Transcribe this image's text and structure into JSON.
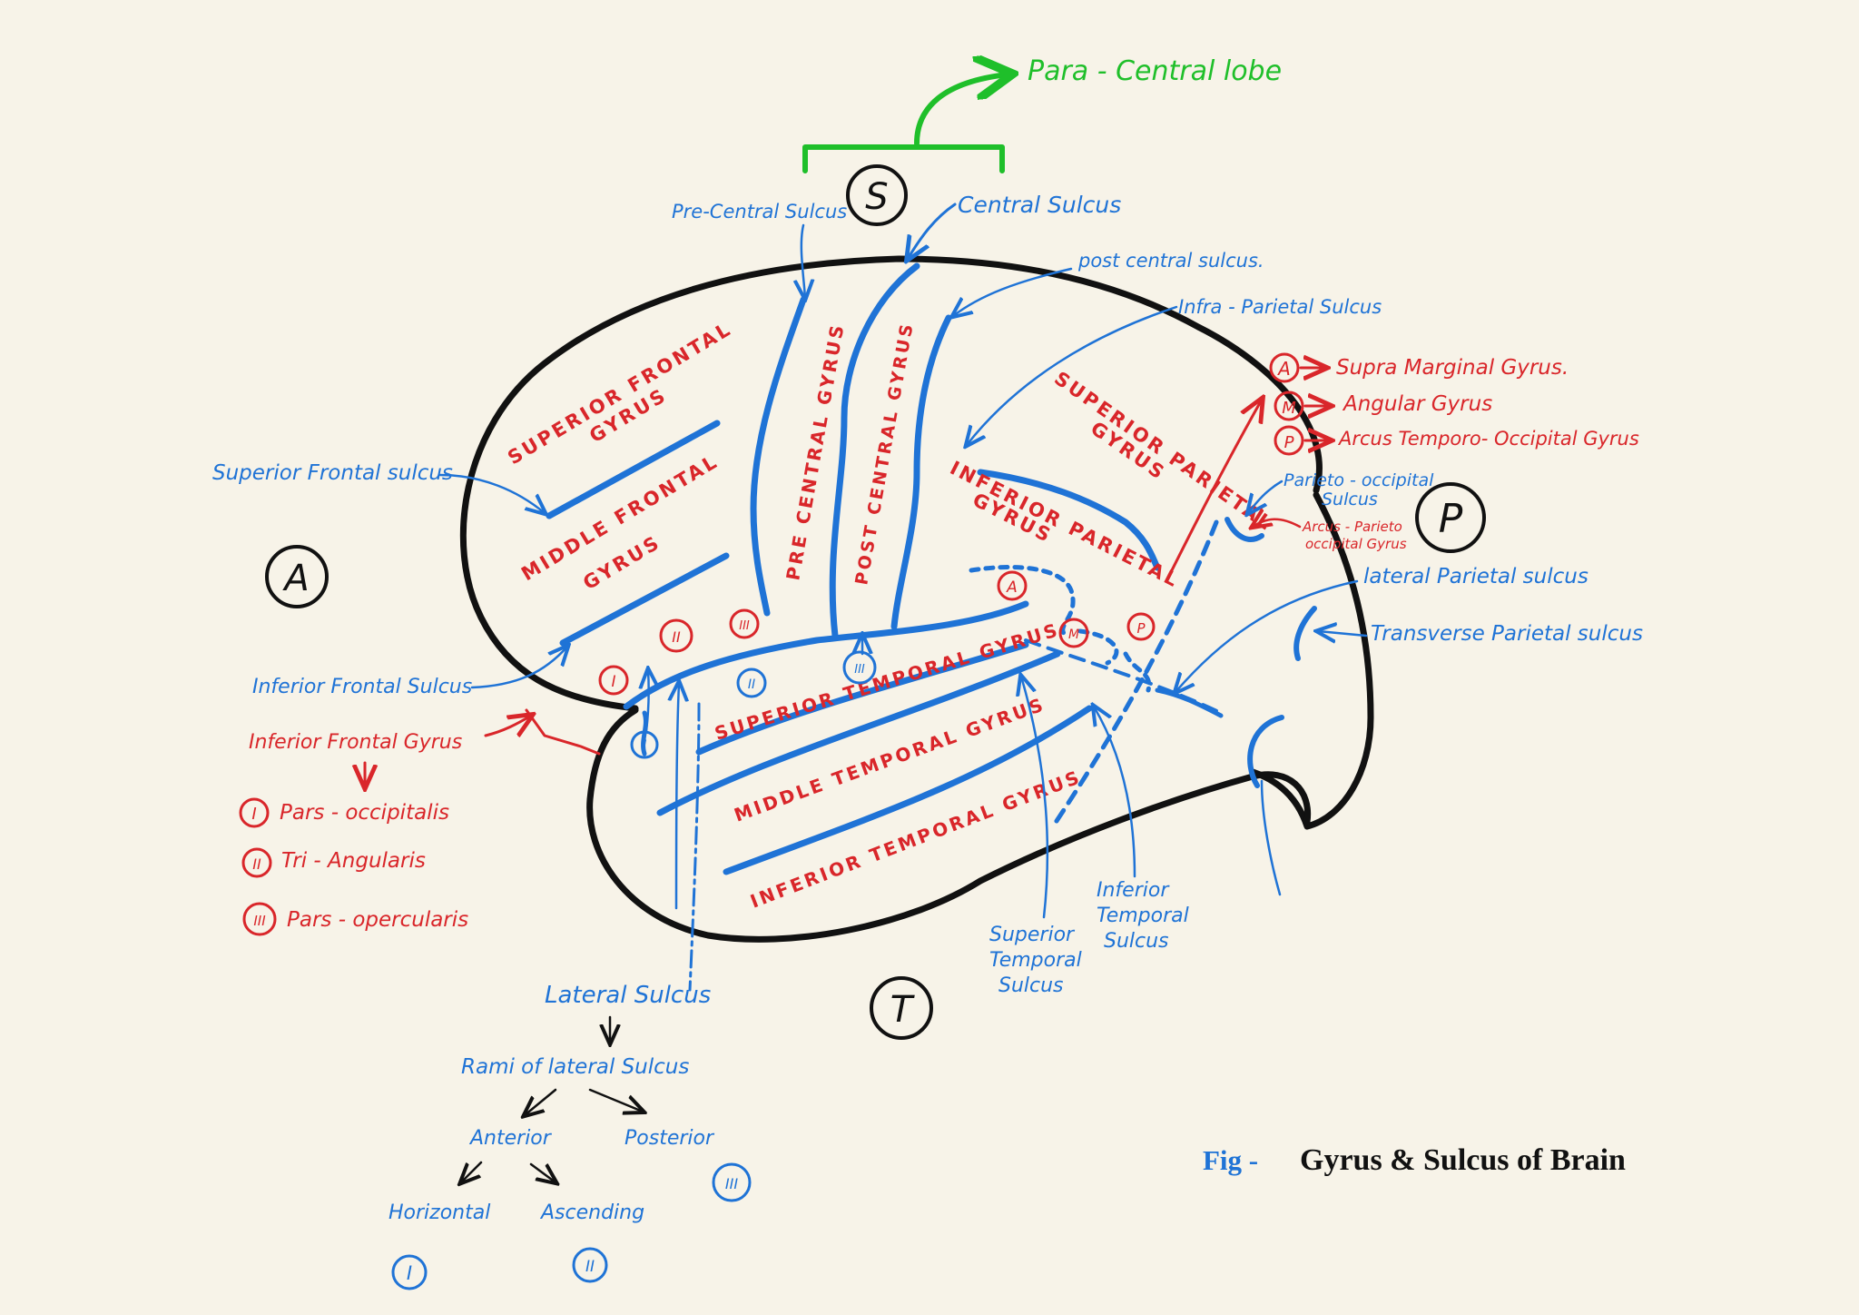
{
  "top": {
    "paracentral": "Para - Central lobe",
    "region_s": "S"
  },
  "sulci_top": {
    "precentral_sulcus": "Pre-Central Sulcus",
    "central_sulcus": "Central Sulcus",
    "postcentral_sulcus": "post central sulcus.",
    "intraparietal_sulcus": "Infra - Parietal Sulcus"
  },
  "parietal_legend": {
    "a_badge": "A",
    "a_text": "Supra Marginal Gyrus.",
    "m_badge": "M",
    "m_text": "Angular Gyrus",
    "p_badge": "P",
    "p_text": "Arcus Temporo- Occipital Gyrus"
  },
  "right_labels": {
    "parieto_occipital_sulcus": "Parieto - occipital",
    "parieto_occipital_sulcus_2": "Sulcus",
    "arcus_parieto_occipital_1": "Arcus - Parieto",
    "arcus_parieto_occipital_2": "occipital Gyrus",
    "region_p": "P",
    "lateral_parietal_sulcus": "lateral Parietal sulcus",
    "transverse_parietal_sulcus": "Transverse Parietal sulcus"
  },
  "gyri": {
    "superior_frontal_1": "SUPERIOR FRONTAL",
    "superior_frontal_2": "GYRUS",
    "middle_frontal_1": "MIDDLE FRONTAL",
    "middle_frontal_2": "GYRUS",
    "precentral": "PRE CENTRAL GYRUS",
    "postcentral": "POST CENTRAL GYRUS",
    "superior_parietal_1": "SUPERIOR PARIETAL",
    "superior_parietal_2": "GYRUS",
    "inferior_parietal_1": "INFERIOR PARIETAL",
    "inferior_parietal_2": "GYRUS",
    "superior_temporal": "SUPERIOR TEMPORAL GYRUS",
    "middle_temporal": "MIDDLE TEMPORAL GYRUS",
    "inferior_temporal": "INFERIOR TEMPORAL GYRUS"
  },
  "left_labels": {
    "region_a": "A",
    "superior_frontal_sulcus": "Superior Frontal sulcus",
    "inferior_frontal_sulcus": "Inferior Frontal Sulcus",
    "inferior_frontal_gyrus": "Inferior Frontal Gyrus",
    "pars_1_badge": "I",
    "pars_1": "Pars - occipitalis",
    "pars_2_badge": "II",
    "pars_2": "Tri - Angularis",
    "pars_3_badge": "III",
    "pars_3": "Pars - opercularis"
  },
  "brain_badges": {
    "red_i": "I",
    "red_ii": "II",
    "red_iii": "III",
    "blue_i": "I",
    "blue_ii": "II",
    "blue_iii": "III",
    "red_a": "A",
    "red_m": "M",
    "red_p": "P"
  },
  "bottom_labels": {
    "superior_temporal_sulcus_1": "Superior",
    "superior_temporal_sulcus_2": "Temporal",
    "superior_temporal_sulcus_3": "Sulcus",
    "inferior_temporal_sulcus_1": "Inferior",
    "inferior_temporal_sulcus_2": "Temporal",
    "inferior_temporal_sulcus_3": "Sulcus",
    "region_t": "T"
  },
  "lateral_tree": {
    "lateral_sulcus": "Lateral Sulcus",
    "rami": "Rami of lateral Sulcus",
    "anterior": "Anterior",
    "posterior": "Posterior",
    "horizontal": "Horizontal",
    "ascending": "Ascending",
    "badge_i": "I",
    "badge_ii": "II",
    "badge_iii": "III"
  },
  "caption": {
    "prefix": "Fig -",
    "title": "Gyrus & Sulcus of Brain"
  }
}
